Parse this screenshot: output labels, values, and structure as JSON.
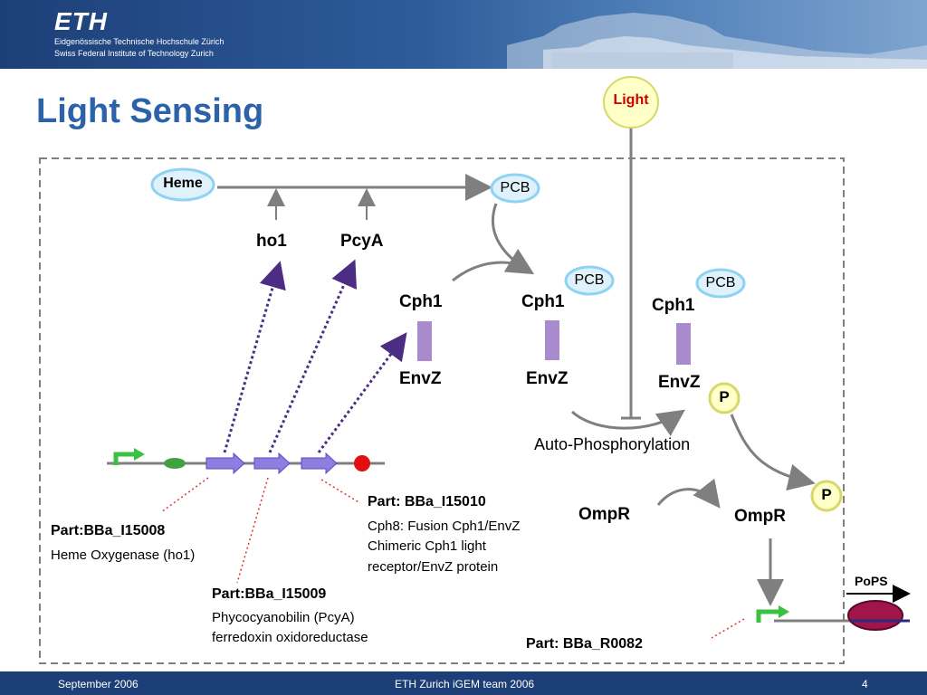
{
  "header": {
    "logo": "ETH",
    "line1": "Eidgenössische Technische Hochschule Zürich",
    "line2": "Swiss Federal Institute of Technology Zurich"
  },
  "slide": {
    "title": "Light Sensing"
  },
  "nodes": {
    "light": "Light",
    "heme": "Heme",
    "pcb_top": "PCB",
    "pcb_mid": "PCB",
    "pcb_right": "PCB",
    "phospho_1": "P",
    "phospho_2": "P"
  },
  "labels": {
    "ho1": "ho1",
    "pcya": "PcyA",
    "cph1_a": "Cph1",
    "cph1_b": "Cph1",
    "cph1_c": "Cph1",
    "envz_a": "EnvZ",
    "envz_b": "EnvZ",
    "envz_c": "EnvZ",
    "autophos": "Auto-Phosphorylation",
    "ompr_a": "OmpR",
    "ompr_b": "OmpR",
    "pops": "PoPS"
  },
  "parts": {
    "i15008_name": "Part:BBa_I15008",
    "i15008_desc": "Heme Oxygenase (ho1)",
    "i15009_name": "Part:BBa_I15009",
    "i15009_desc1": "Phycocyanobilin (PcyA)",
    "i15009_desc2": "ferredoxin oxidoreductase",
    "i15010_name": "Part: BBa_I15010",
    "i15010_desc1": "Cph8: Fusion Cph1/EnvZ",
    "i15010_desc2": "Chimeric Cph1 light",
    "i15010_desc3": "receptor/EnvZ protein",
    "r0082_name": "Part: BBa_R0082"
  },
  "footer": {
    "date": "September 2006",
    "team": "ETH Zurich iGEM team 2006",
    "page": "4"
  },
  "colors": {
    "title": "#2c62a8",
    "node_fill": "#dff1fb",
    "node_stroke": "#8fd3f3",
    "phospho_fill": "#ffffc8",
    "phospho_stroke": "#d8d86a",
    "protein_bar": "#a98bcd",
    "gene_arrow": "#8d7fe0",
    "promoter": "#39c23f",
    "terminator": "#e01010",
    "rbs": "#3fa23f",
    "footer": "#1d3f78"
  }
}
